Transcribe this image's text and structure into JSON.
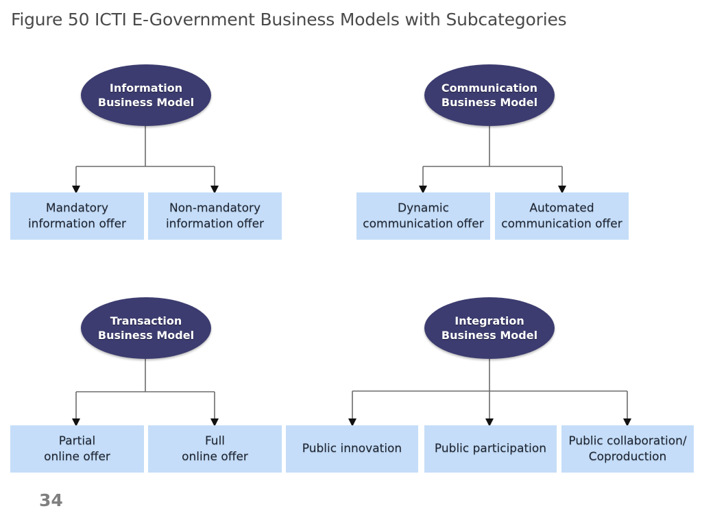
{
  "slide": {
    "title": "Figure 50 ICTI E-Government Business Models with Subcategories",
    "page_number": "34",
    "colors": {
      "ellipse_fill": "#3c3c70",
      "ellipse_text": "#ffffff",
      "box_fill": "#c5ddf8",
      "box_text": "#1b2230",
      "connector": "#6b6b6b",
      "title_text": "#4a4a4a",
      "page_number_text": "#808080",
      "background": "#ffffff"
    }
  },
  "diagram": {
    "groups": [
      {
        "id": "information",
        "root": {
          "line1": "Information",
          "line2": "Business Model"
        },
        "children": [
          {
            "line1": "Mandatory",
            "line2": "information offer"
          },
          {
            "line1": "Non-mandatory",
            "line2": "information offer"
          }
        ]
      },
      {
        "id": "communication",
        "root": {
          "line1": "Communication",
          "line2": "Business Model"
        },
        "children": [
          {
            "line1": "Dynamic",
            "line2": "communication offer"
          },
          {
            "line1": "Automated",
            "line2": "communication offer"
          }
        ]
      },
      {
        "id": "transaction",
        "root": {
          "line1": "Transaction",
          "line2": "Business Model"
        },
        "children": [
          {
            "line1": "Partial",
            "line2": "online offer"
          },
          {
            "line1": "Full",
            "line2": "online offer"
          }
        ]
      },
      {
        "id": "integration",
        "root": {
          "line1": "Integration",
          "line2": "Business Model"
        },
        "children": [
          {
            "line1": "Public innovation",
            "line2": ""
          },
          {
            "line1": "Public participation",
            "line2": ""
          },
          {
            "line1": "Public collaboration/",
            "line2": "Coproduction"
          }
        ]
      }
    ]
  }
}
